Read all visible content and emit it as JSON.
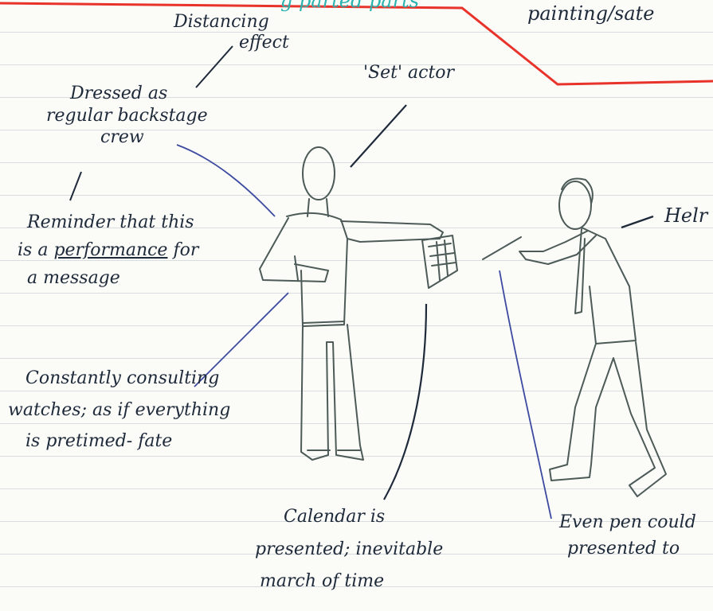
{
  "page": {
    "top_fragment": "g parted parts",
    "top_right": "painting/sate"
  },
  "notes": {
    "distancing": [
      "Distancing",
      "effect"
    ],
    "dressed": [
      "Dressed as",
      "regular backstage",
      "crew"
    ],
    "reminder": [
      "Reminder that this",
      "is a performance for",
      "a message"
    ],
    "reminder_underlined": "performance",
    "set_actor": "'Set' actor",
    "consulting": [
      "Constantly consulting",
      "watches; as if everything",
      "is pretimed- fate"
    ],
    "calendar": [
      "Calendar is",
      "presented; inevitable",
      "march of time"
    ],
    "helr": "Helr",
    "even_pen": [
      "Even pen could",
      "presented to"
    ]
  },
  "colors": {
    "ink": "#1e2a3a",
    "pencil": "#4d5b58",
    "blue_pen": "#3c4aa0",
    "red_line": "#e8332a",
    "teal": "#2bb3b0"
  }
}
